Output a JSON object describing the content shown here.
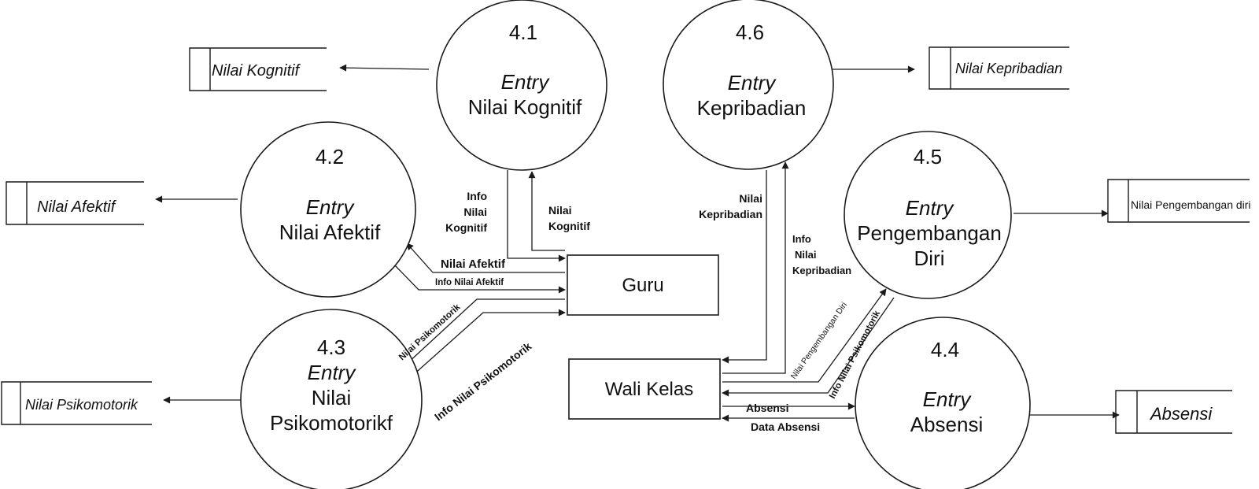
{
  "processes": {
    "p41": {
      "number": "4.1",
      "line1": "Entry",
      "line2": "Nilai Kognitif"
    },
    "p42": {
      "number": "4.2",
      "line1": "Entry",
      "line2": "Nilai Afektif"
    },
    "p43": {
      "number": "4.3",
      "line1": "Entry",
      "line2": "Nilai",
      "line3": "Psikomotorikf"
    },
    "p44": {
      "number": "4.4",
      "line1": "Entry",
      "line2": "Absensi"
    },
    "p45": {
      "number": "4.5",
      "line1": "Entry",
      "line2": "Pengembangan",
      "line3": "Diri"
    },
    "p46": {
      "number": "4.6",
      "line1": "Entry",
      "line2": "Kepribadian"
    }
  },
  "entities": {
    "guru": "Guru",
    "wali_kelas": "Wali Kelas"
  },
  "stores": {
    "kognitif": "Nilai Kognitif",
    "afektif": "Nilai Afektif",
    "psikomotorik": "Nilai Psikomotorik",
    "kepribadian": "Nilai Kepribadian",
    "pengembangan": "Nilai Pengembangan diri",
    "absensi": "Absensi"
  },
  "flows": {
    "info_kognitif": [
      "Info",
      "Nilai",
      "Kognitif"
    ],
    "nilai_kognitif": [
      "Nilai",
      "Kognitif"
    ],
    "nilai_afektif": "Nilai Afektif",
    "info_afektif": "Info Nilai Afektif",
    "nilai_psikomotorik": "Nilai Psikomotorik",
    "info_psikomotorik": "Info Nilai Psikomotorik",
    "nilai_kepribadian": [
      "Nilai",
      "Kepribadian"
    ],
    "info_kepribadian": [
      "Info",
      "Nilai",
      "Kepribadian"
    ],
    "nilai_pengembangan": "Nilai Pengembangan Diri",
    "info_psikomotorik_wali": "Info Nilai Psikomotorik",
    "absensi": "Absensi",
    "data_absensi": "Data Absensi"
  }
}
